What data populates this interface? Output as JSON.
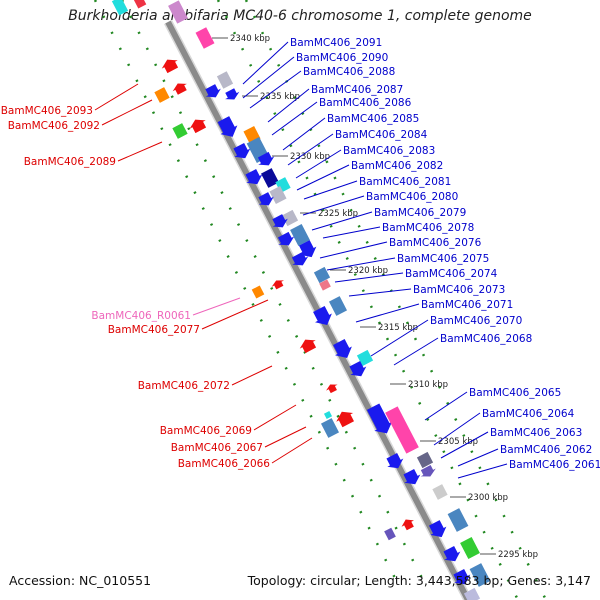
{
  "title": "Burkholderia ambifaria MC40-6 chromosome 1, complete genome",
  "footer": {
    "accession": "Accession: NC_010551",
    "summary": "Topology: circular; Length: 3,443,583 bp; Genes: 3,147"
  },
  "colors": {
    "forward_label": "#0000cc",
    "reverse_label": "#dd0000",
    "rna_label": "#ee66bb",
    "backbone": "#888888",
    "dotted_track": "#228822"
  },
  "kbp_marks": [
    "2340 kbp",
    "2335 kbp",
    "2330 kbp",
    "2325 kbp",
    "2320 kbp",
    "2315 kbp",
    "2310 kbp",
    "2305 kbp",
    "2300 kbp",
    "2295 kbp"
  ],
  "right_labels": [
    "BamMC406_2091",
    "BamMC406_2090",
    "BamMC406_2088",
    "BamMC406_2087",
    "BamMC406_2086",
    "BamMC406_2085",
    "BamMC406_2084",
    "BamMC406_2083",
    "BamMC406_2082",
    "BamMC406_2081",
    "BamMC406_2080",
    "BamMC406_2079",
    "BamMC406_2078",
    "BamMC406_2076",
    "BamMC406_2075",
    "BamMC406_2074",
    "BamMC406_2073",
    "BamMC406_2071",
    "BamMC406_2070",
    "BamMC406_2068",
    "BamMC406_2065",
    "BamMC406_2064",
    "BamMC406_2063",
    "BamMC406_2062",
    "BamMC406_2061"
  ],
  "left_labels": [
    {
      "text": "BamMC406_2093",
      "kind": "cds"
    },
    {
      "text": "BamMC406_2092",
      "kind": "cds"
    },
    {
      "text": "BamMC406_2089",
      "kind": "cds"
    },
    {
      "text": "BamMC406_R0061",
      "kind": "rna"
    },
    {
      "text": "BamMC406_2077",
      "kind": "cds"
    },
    {
      "text": "BamMC406_2072",
      "kind": "cds"
    },
    {
      "text": "BamMC406_2069",
      "kind": "cds"
    },
    {
      "text": "BamMC406_2067",
      "kind": "cds"
    },
    {
      "text": "BamMC406_2066",
      "kind": "cds"
    }
  ]
}
